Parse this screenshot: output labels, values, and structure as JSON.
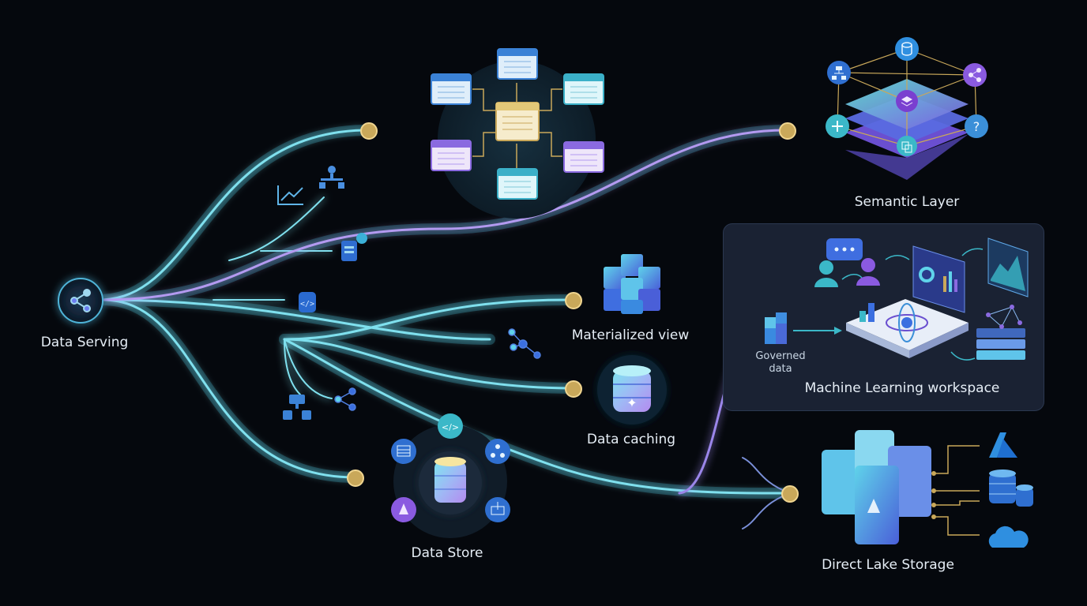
{
  "labels": {
    "data_serving": "Data Serving",
    "semantic_layer": "Semantic Layer",
    "materialized_view": "Materialized view",
    "data_caching": "Data caching",
    "data_store": "Data Store",
    "direct_lake_storage": "Direct Lake Storage",
    "machine_learning_workspace": "Machine Learning workspace",
    "governed_data_line1": "Governed",
    "governed_data_line2": "data"
  },
  "icons": {
    "hub": "share-nodes-icon",
    "chart": "line-chart-icon",
    "hierarchy": "org-chart-icon",
    "database": "database-icon",
    "cubes": "cubes-icon",
    "azure": "azure-logo",
    "cloud": "cloud-icon"
  },
  "colors": {
    "background": "#05080d",
    "teal_path": "#6fd6e6",
    "purple_path": "#a98be8",
    "node_gold": "#c9a85a",
    "accent_blue": "#3b82d6",
    "panel": "#1a2233"
  }
}
